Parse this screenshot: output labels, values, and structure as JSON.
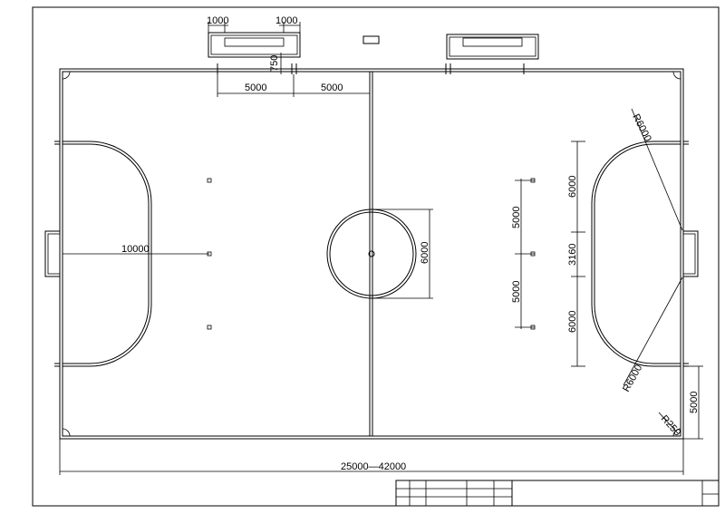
{
  "dimensions": {
    "bench_width_left": "1000",
    "bench_width_right": "1000",
    "bench_offset": "750",
    "sub_zone_1": "5000",
    "sub_zone_2": "5000",
    "penalty_depth": "10000",
    "center_circle": "6000",
    "penalty_mark_spacing_1": "5000",
    "penalty_mark_spacing_2": "5000",
    "penalty_arc_segment_1": "6000",
    "goal_width": "3160",
    "penalty_arc_segment_2": "6000",
    "penalty_radius_top": "R6000",
    "penalty_radius_bottom": "R6000",
    "corner_radius": "R250",
    "corner_offset": "5000",
    "field_length": "25000—42000"
  }
}
